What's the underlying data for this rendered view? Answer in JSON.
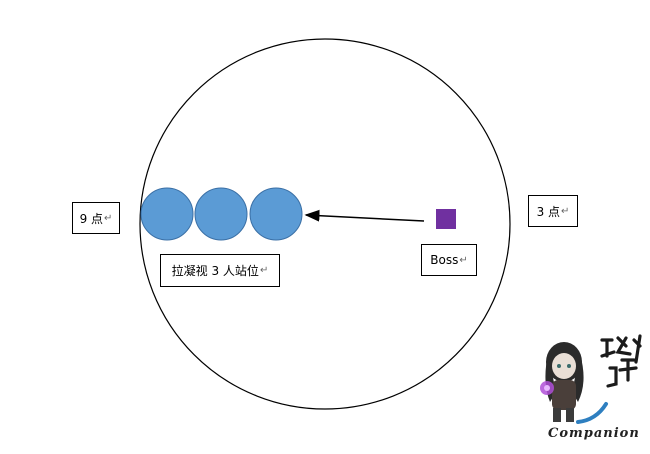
{
  "labels": {
    "nine_oclock": "9 点",
    "three_oclock": "3 点",
    "boss": "Boss",
    "caption": "拉凝视 3 人站位",
    "paragraph_mark": "↵"
  },
  "colors": {
    "player_fill": "#5b9bd5",
    "player_stroke": "#3a6fa5",
    "boss_fill": "#7030a0",
    "arena_stroke": "#000000",
    "arrow": "#000000"
  },
  "icons": {
    "boss_marker": "square",
    "player_marker": "circle"
  },
  "watermark": {
    "text": "Companion",
    "glyph_text": "攻略組"
  }
}
